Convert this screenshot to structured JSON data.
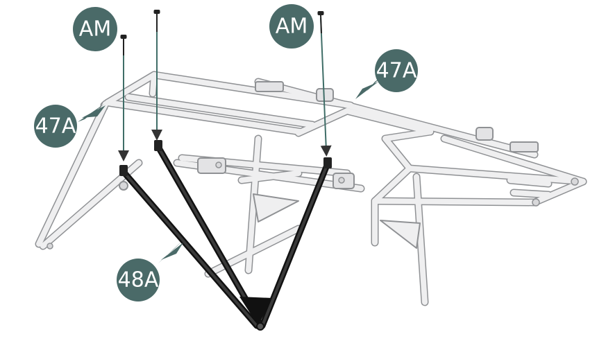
{
  "callouts": {
    "am_left": "AM",
    "am_right": "AM",
    "p47a_right": "47A",
    "p47a_left": "47A",
    "p48a": "48A"
  },
  "colors": {
    "callout_fill": "#4a6a68",
    "frame_fill": "#efeff0",
    "frame_stroke": "#8f9194",
    "black_tube": "#262626",
    "screw": "#3a3a3a"
  }
}
